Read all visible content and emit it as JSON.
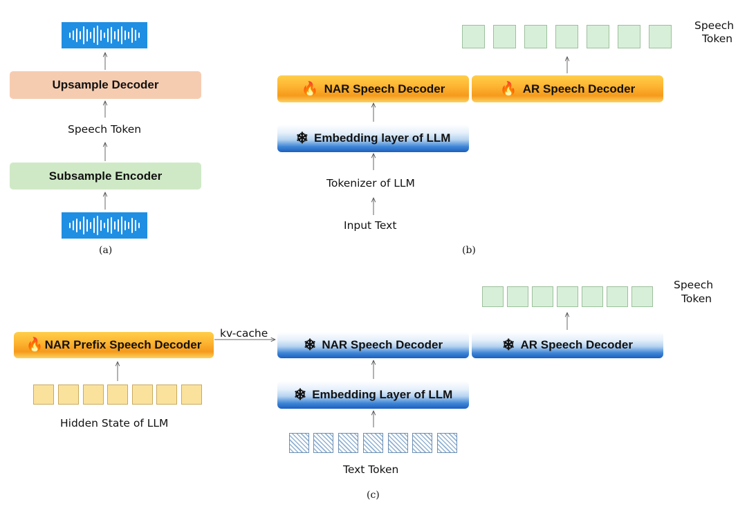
{
  "panel_a": {
    "caption": "(a)",
    "upsample_decoder": "Upsample Decoder",
    "speech_token": "Speech Token",
    "subsample_encoder": "Subsample Encoder",
    "wave_top_icon": "audio-waveform-icon",
    "wave_bottom_icon": "audio-waveform-icon"
  },
  "panel_b": {
    "caption": "(b)",
    "nar_decoder": "NAR Speech Decoder",
    "ar_decoder": "AR Speech Decoder",
    "embedding": "Embedding layer of LLM",
    "tokenizer": "Tokenizer of LLM",
    "input_text": "Input Text",
    "speech_token_line1": "Speech",
    "speech_token_line2": "Token",
    "fire_icon": "🔥",
    "snow_icon": "❄"
  },
  "panel_c": {
    "caption": "(c)",
    "prefix_decoder": "NAR Prefix Speech Decoder",
    "kv_cache": "kv-cache",
    "nar_decoder": "NAR Speech Decoder",
    "ar_decoder": "AR Speech Decoder",
    "embedding": "Embedding Layer of LLM",
    "hidden_state": "Hidden State of LLM",
    "text_token": "Text Token",
    "speech_token_line1": "Speech",
    "speech_token_line2": "Token",
    "fire_icon": "🔥",
    "snow_icon": "❄"
  },
  "colors": {
    "waveform": "#1f8fe3",
    "peach_box": "#f6ccb1",
    "green_box": "#cfe9c6",
    "speech_token_square": "#d7efd8",
    "hidden_state_square": "#fbe29c",
    "text_token_hatch": "#8fb0d2"
  }
}
